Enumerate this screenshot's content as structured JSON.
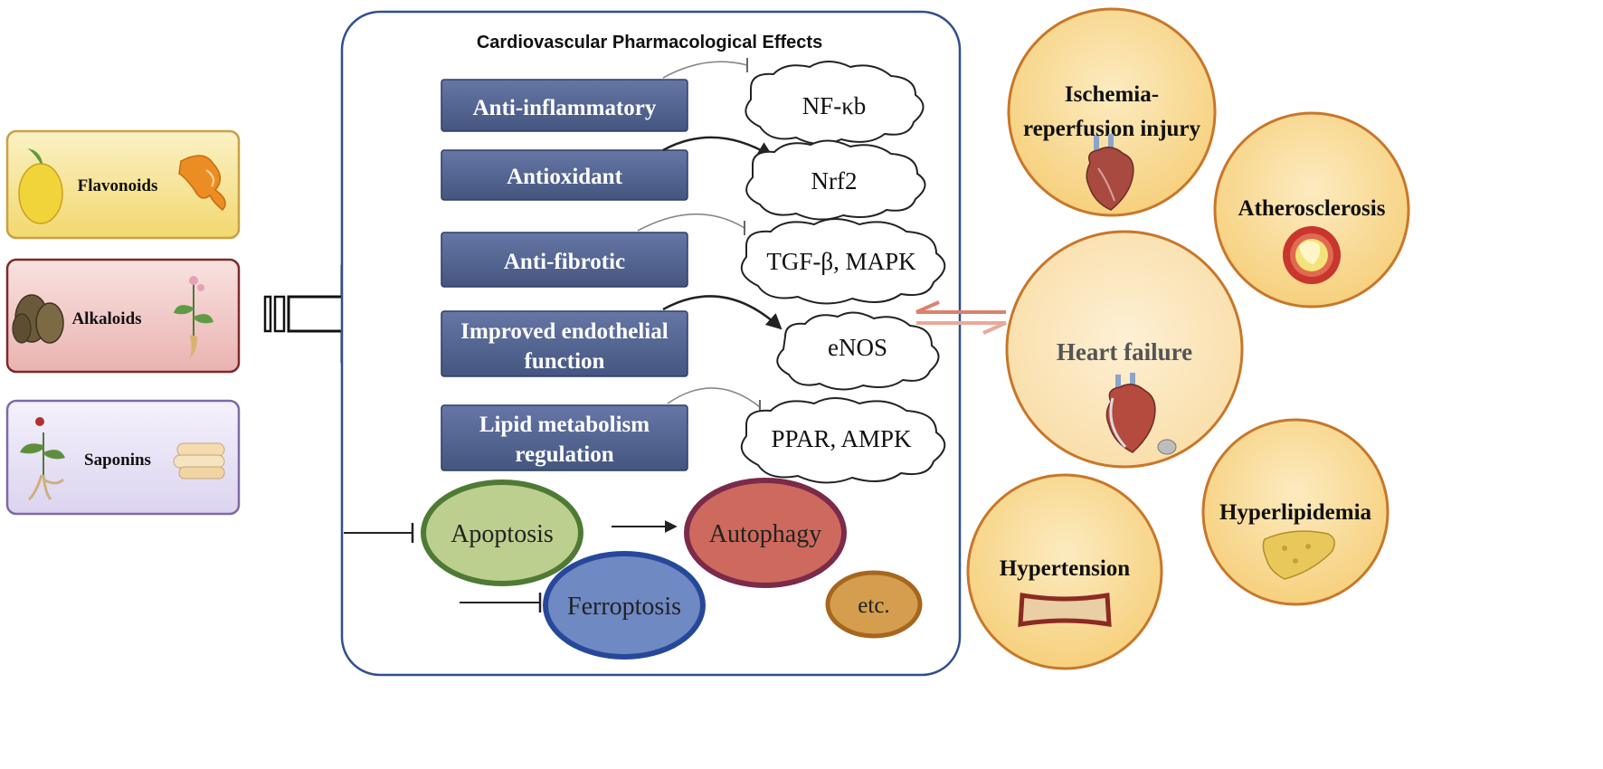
{
  "compounds": [
    {
      "label": "Flavonoids",
      "fill": "#f6e79a",
      "stroke": "#c9a043"
    },
    {
      "label": "Alkaloids",
      "fill": "#f2cfcf",
      "stroke": "#7d2a2a"
    },
    {
      "label": "Saponins",
      "fill": "#e9e4f6",
      "stroke": "#7e6aa6"
    }
  ],
  "panel": {
    "title": "Cardiovascular Pharmacological Effects",
    "effects": [
      {
        "label_lines": [
          "Anti-inflammatory"
        ],
        "target": "NF-κb",
        "relation": "inhibit"
      },
      {
        "label_lines": [
          "Antioxidant"
        ],
        "target": "Nrf2",
        "relation": "activate"
      },
      {
        "label_lines": [
          "Anti-fibrotic"
        ],
        "target": "TGF-β, MAPK",
        "relation": "inhibit"
      },
      {
        "label_lines": [
          "Improved endothelial",
          "function"
        ],
        "target": "eNOS",
        "relation": "activate"
      },
      {
        "label_lines": [
          "Lipid metabolism",
          "regulation"
        ],
        "target": "PPAR, AMPK",
        "relation": "inhibit"
      }
    ],
    "cell_death": [
      {
        "label": "Apoptosis",
        "fill": "#bccf8f",
        "stroke": "#4f7a35"
      },
      {
        "label": "Autophagy",
        "fill": "#cd6a5d",
        "stroke": "#7b2a4a"
      },
      {
        "label": "Ferroptosis",
        "fill": "#6f89c3",
        "stroke": "#27489a"
      },
      {
        "label": "etc.",
        "fill": "#d59d4e",
        "stroke": "#a6661e"
      }
    ]
  },
  "diseases": [
    {
      "label_lines": [
        "Ischemia-",
        "reperfusion injury"
      ],
      "icon": "heart-icon"
    },
    {
      "label_lines": [
        "Atherosclerosis"
      ],
      "icon": "artery-plaque-icon"
    },
    {
      "label_lines": [
        "Heart failure"
      ],
      "icon": "heart-pacemaker-icon"
    },
    {
      "label_lines": [
        "Hyperlipidemia"
      ],
      "icon": "liver-icon"
    },
    {
      "label_lines": [
        "Hypertension"
      ],
      "icon": "blood-vessel-icon"
    }
  ],
  "colors": {
    "panel_border": "#2f4f8f",
    "effect_box": "#4e5f8f",
    "disease_fill": "#f8d98f",
    "disease_stroke": "#c8772a",
    "exchange_arrows": "#d9826e"
  }
}
